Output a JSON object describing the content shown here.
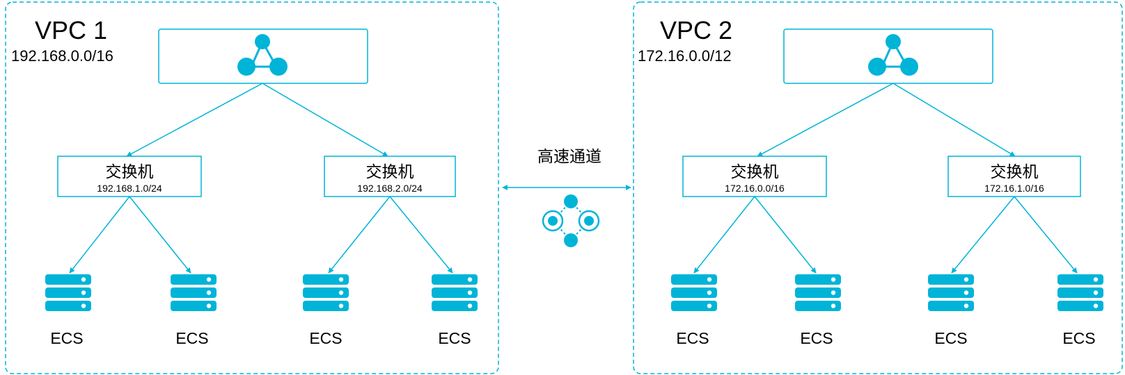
{
  "colors": {
    "accent": "#00b4d8",
    "background": "#ffffff",
    "text": "#000000"
  },
  "link": {
    "label": "高速通道",
    "icon": "express-connect-icon"
  },
  "vpcs": [
    {
      "name": "VPC 1",
      "cidr": "192.168.0.0/16",
      "router_icon": "vrouter-icon",
      "switches": [
        {
          "label": "交换机",
          "cidr": "192.168.1.0/24",
          "servers": [
            {
              "label": "ECS"
            },
            {
              "label": "ECS"
            }
          ]
        },
        {
          "label": "交换机",
          "cidr": "192.168.2.0/24",
          "servers": [
            {
              "label": "ECS"
            },
            {
              "label": "ECS"
            }
          ]
        }
      ]
    },
    {
      "name": "VPC 2",
      "cidr": "172.16.0.0/12",
      "router_icon": "vrouter-icon",
      "switches": [
        {
          "label": "交换机",
          "cidr": "172.16.0.0/16",
          "servers": [
            {
              "label": "ECS"
            },
            {
              "label": "ECS"
            }
          ]
        },
        {
          "label": "交换机",
          "cidr": "172.16.1.0/16",
          "servers": [
            {
              "label": "ECS"
            },
            {
              "label": "ECS"
            }
          ]
        }
      ]
    }
  ]
}
